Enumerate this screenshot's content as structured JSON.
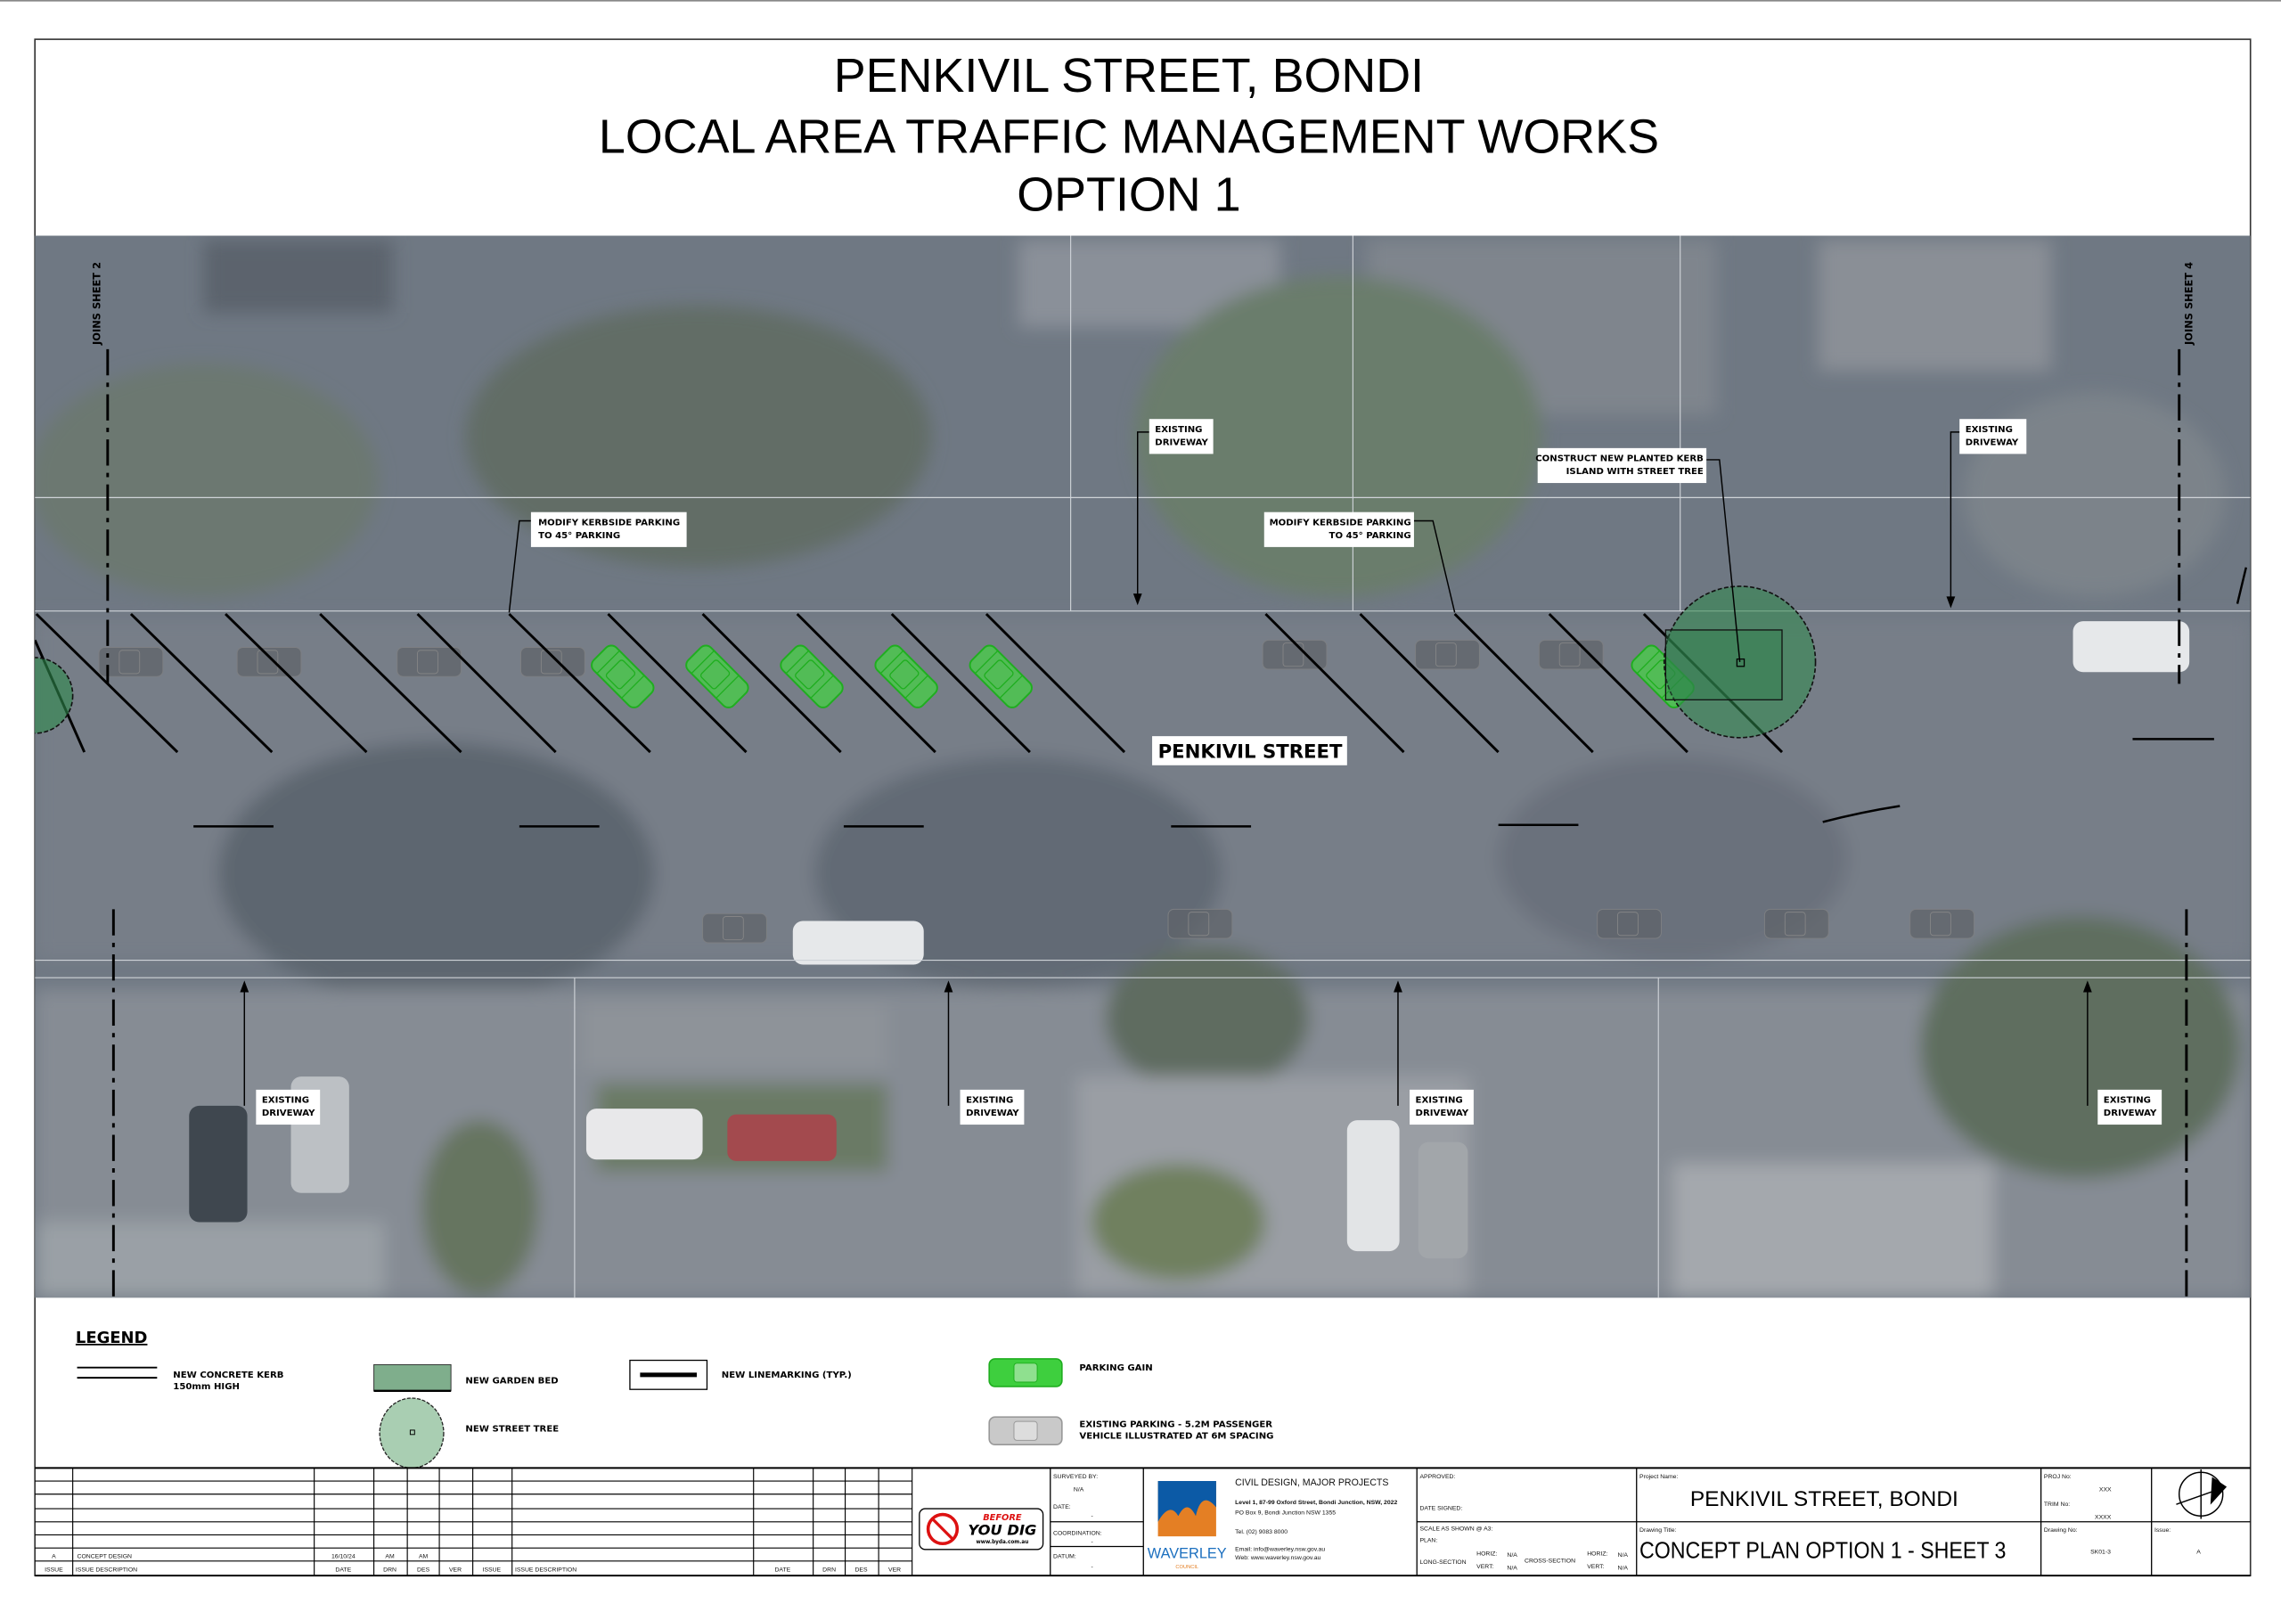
{
  "title": {
    "line1": "PENKIVIL STREET, BONDI",
    "line2": "LOCAL AREA TRAFFIC MANAGEMENT WORKS",
    "line3": "OPTION 1"
  },
  "map": {
    "joins_left": "JOINS SHEET 2",
    "joins_right": "JOINS SHEET 4",
    "street_name": "PENKIVIL  STREET",
    "labels": {
      "modify_left": [
        "MODIFY KERBSIDE PARKING",
        "TO 45° PARKING"
      ],
      "modify_right": [
        "MODIFY KERBSIDE PARKING",
        "TO 45° PARKING"
      ],
      "kerb_island": [
        "CONSTRUCT NEW PLANTED KERB",
        "ISLAND WITH STREET TREE"
      ],
      "driveway": [
        "EXISTING",
        "DRIVEWAY"
      ]
    }
  },
  "legend": {
    "heading": "LEGEND",
    "kerb": [
      "NEW CONCRETE KERB",
      "150mm HIGH"
    ],
    "garden_bed": "NEW GARDEN BED",
    "street_tree": "NEW STREET TREE",
    "linemarking": "NEW LINEMARKING (TYP.)",
    "parking_gain": "PARKING GAIN",
    "existing_parking": [
      "EXISTING PARKING - 5.2M PASSENGER",
      "VEHICLE ILLUSTRATED AT 6M SPACING"
    ]
  },
  "colors": {
    "parking_gain": "#3ecf3e",
    "garden": "#7fae8c",
    "existing": "#9a9a9a"
  },
  "title_block": {
    "revision_headers": [
      "ISSUE",
      "ISSUE DESCRIPTION",
      "DATE",
      "DRN",
      "DES",
      "VER",
      "ISSUE",
      "ISSUE DESCRIPTION",
      "DATE",
      "DRN",
      "DES",
      "VER"
    ],
    "revision_row": {
      "issue": "A",
      "description": "CONCEPT DESIGN",
      "date": "16/10/24",
      "drn": "AM",
      "des": "AM"
    },
    "byd": {
      "before": "BEFORE",
      "you_dig": "YOU DIG",
      "url": "www.byda.com.au"
    },
    "surveyed_by_label": "SURVEYED BY:",
    "surveyed_by": "N/A",
    "date_label": "DATE:",
    "date_value": "-",
    "coordination_label": "COORDINATION:",
    "coordination_value": "-",
    "datum_label": "DATUM:",
    "datum_value": "-",
    "council": {
      "dept": "CIVIL DESIGN, MAJOR PROJECTS",
      "address": "Level 1, 87-99 Oxford Street, Bondi Junction, NSW, 2022",
      "po_box": "PO Box 9, Bondi Junction NSW 1355",
      "tel": "Tel. (02) 9083 8000",
      "email": "Email: info@waverley.nsw.gov.au",
      "web": "Web: www.waverley.nsw.gov.au",
      "logo_name": "WAVERLEY",
      "logo_sub": "COUNCIL"
    },
    "approved_label": "APPROVED:",
    "date_signed_label": "DATE SIGNED:",
    "scale_label": "SCALE AS SHOWN @ A3:",
    "plan_label": "PLAN:",
    "long_section": "LONG-SECTION",
    "cross_section": "CROSS-SECTION",
    "horiz": "HORIZ:",
    "vert": "VERT:",
    "na": "N/A",
    "project_name_label": "Project Name:",
    "project_name": "PENKIVIL STREET, BONDI",
    "drawing_title_label": "Drawing Title:",
    "drawing_title": "CONCEPT PLAN OPTION 1 - SHEET 3",
    "proj_no_label": "PROJ No:",
    "proj_no": "XXX",
    "trim_no_label": "TRIM No:",
    "trim_no": "XXXX",
    "drawing_no_label": "Drawing No:",
    "drawing_no": "SK01-3",
    "issue_label": "Issue:",
    "issue": "A"
  }
}
